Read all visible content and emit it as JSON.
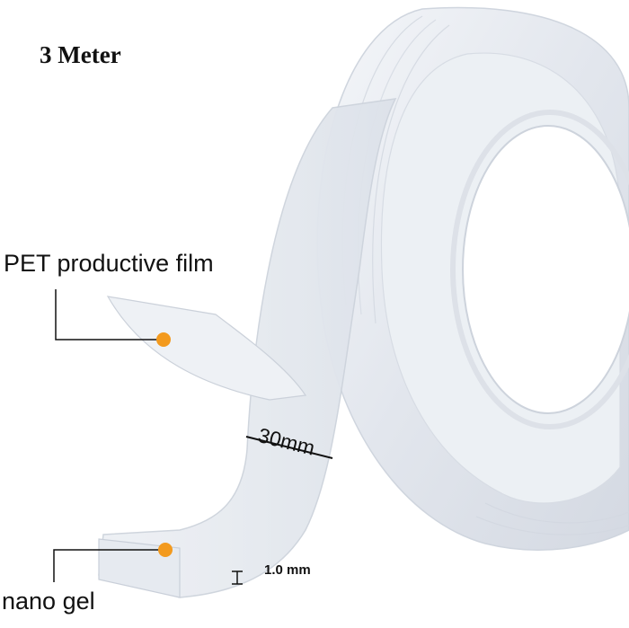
{
  "product": {
    "title": "3 Meter",
    "callouts": {
      "film": "PET productive film",
      "gel": "nano gel",
      "width": "30mm",
      "thickness": "1.0 mm"
    }
  },
  "colors": {
    "background": "#ffffff",
    "tape": "#e4e8ef",
    "tape_edge": "#c9cfd9",
    "marker": "#f39a1e",
    "leader_line": "#111111"
  }
}
